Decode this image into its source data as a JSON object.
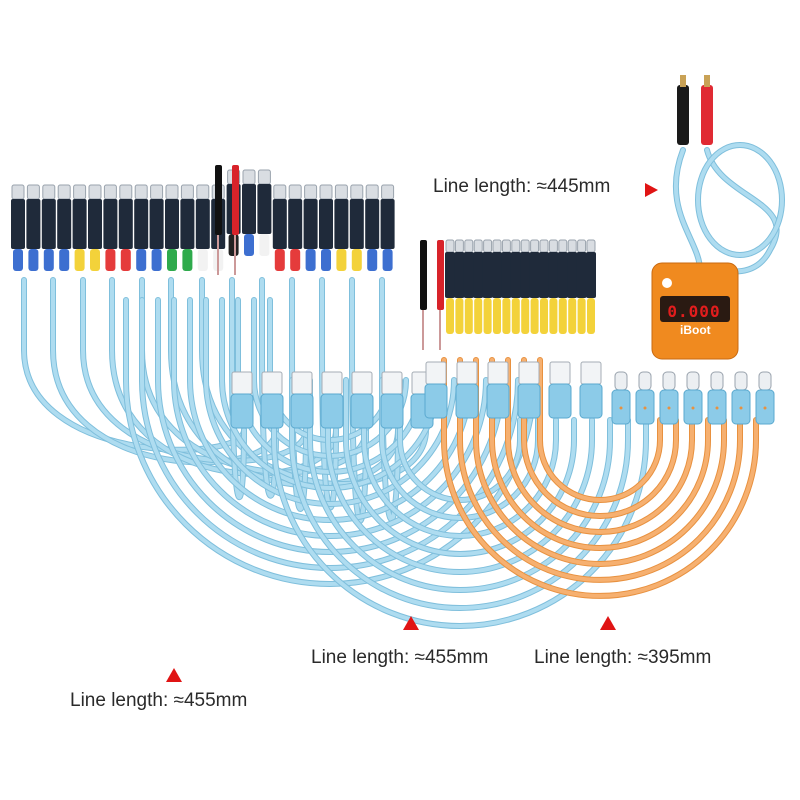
{
  "callouts": {
    "top_right": "Line length: ≈445mm",
    "middle": "Line length: ≈455mm",
    "right": "Line length: ≈395mm",
    "left": "Line length: ≈455mm"
  },
  "device": {
    "display": "0.000",
    "brand": "iBoot"
  },
  "colors": {
    "cable_blue": "#aedcf0",
    "cable_orange": "#f6b070",
    "plug_blue": "#3d6fd0",
    "plug_yellow": "#f3d23a",
    "plug_red": "#e53b3b",
    "plug_green": "#2faa4c",
    "plug_white": "#f2f2f2",
    "device_orange": "#f08a1f",
    "marker_red": "#e01414"
  },
  "left_group_plugs": [
    "blue",
    "blue",
    "blue",
    "blue",
    "yellow",
    "yellow",
    "red",
    "red",
    "blue",
    "blue",
    "green",
    "green",
    "white",
    "white",
    "black",
    "blue",
    "white",
    "red",
    "red",
    "blue",
    "blue",
    "yellow",
    "yellow",
    "blue",
    "blue"
  ],
  "middle_group_plugs": [
    "yellow",
    "yellow",
    "yellow",
    "yellow",
    "yellow",
    "yellow",
    "yellow",
    "yellow",
    "yellow",
    "yellow",
    "yellow",
    "yellow",
    "yellow",
    "yellow",
    "yellow",
    "yellow"
  ]
}
